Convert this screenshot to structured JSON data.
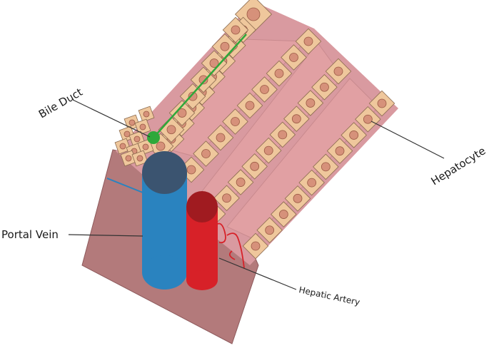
{
  "labels": {
    "bile_duct": "Bile Duct",
    "portal_vein": "Portal Vein",
    "hepatic_artery": "Hepatic Artery",
    "hepatocyte": "Hepatocyte"
  },
  "colors": {
    "tissue": "#b37a7b",
    "tissue_edge": "#8e5a5c",
    "sinusoid": "#e1a0a3",
    "sinusoid_edge": "#c98a8e",
    "cell_fill": "#efc79c",
    "cell_edge": "#8a6a4e",
    "nucleus": "#d6917a",
    "nucleus_edge": "#9a5a44",
    "portal_vein": "#2a83bf",
    "portal_vein_top": "#3b5470",
    "hepatic_artery": "#d72128",
    "hepatic_artery_top": "#a01b20",
    "bile_duct": "#2ea83a"
  }
}
